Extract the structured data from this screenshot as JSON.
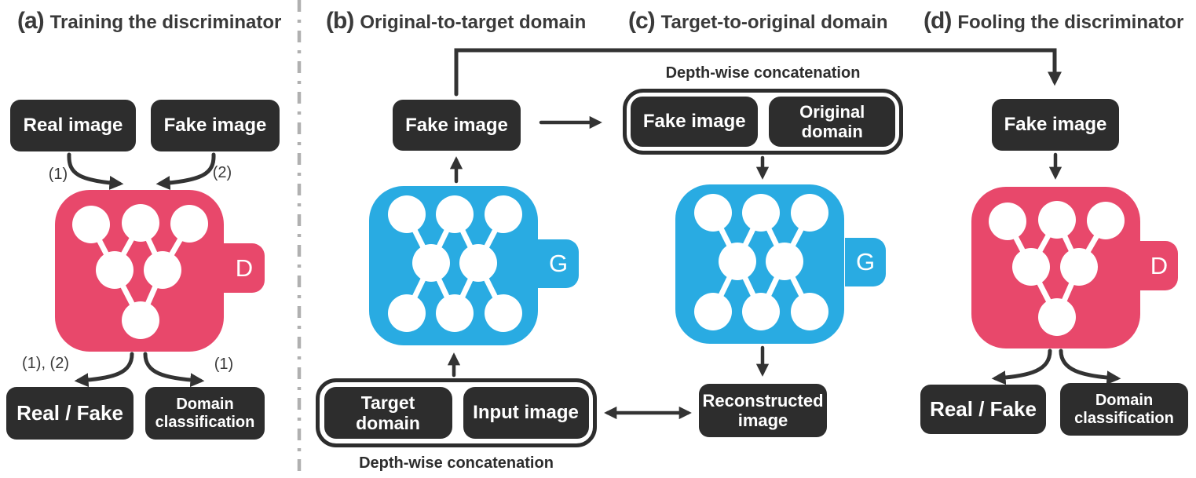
{
  "colors": {
    "generator_blue": "#29abe2",
    "discriminator_pink": "#e8486b",
    "box_dark": "#2d2d2d",
    "arrow": "#333333",
    "divider_gray": "#b0b0b0"
  },
  "panels": {
    "a": {
      "label": "(a)",
      "title": "Training the discriminator",
      "real_image": "Real image",
      "fake_image": "Fake image",
      "in_label_left": "(1)",
      "in_label_right": "(2)",
      "out_label_left": "(1), (2)",
      "out_label_right": "(1)",
      "real_fake": "Real / Fake",
      "domain_classification": "Domain classification",
      "network_letter": "D"
    },
    "b": {
      "label": "(b)",
      "title": "Original-to-target domain",
      "fake_image": "Fake image",
      "target_domain": "Target domain",
      "input_image": "Input image",
      "concat_caption": "Depth-wise concatenation",
      "network_letter": "G"
    },
    "c": {
      "label": "(c)",
      "title": "Target-to-original domain",
      "concat_caption": "Depth-wise concatenation",
      "fake_image": "Fake image",
      "original_domain": "Original domain",
      "reconstructed_image": "Reconstructed image",
      "network_letter": "G"
    },
    "d": {
      "label": "(d)",
      "title": "Fooling the discriminator",
      "fake_image": "Fake image",
      "real_fake": "Real / Fake",
      "domain_classification": "Domain classification",
      "network_letter": "D"
    }
  }
}
